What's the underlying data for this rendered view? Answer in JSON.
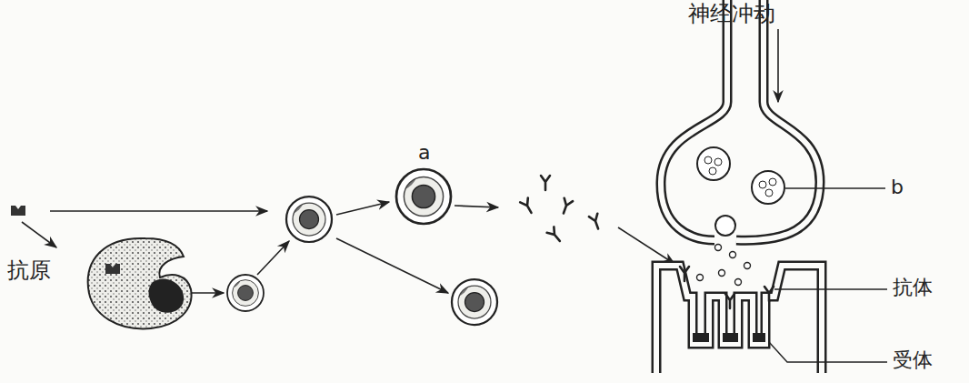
{
  "diagram": {
    "labels": [
      "神经冲动",
      "a",
      "b",
      "抗原",
      "抗体",
      "受体"
    ]
  }
}
